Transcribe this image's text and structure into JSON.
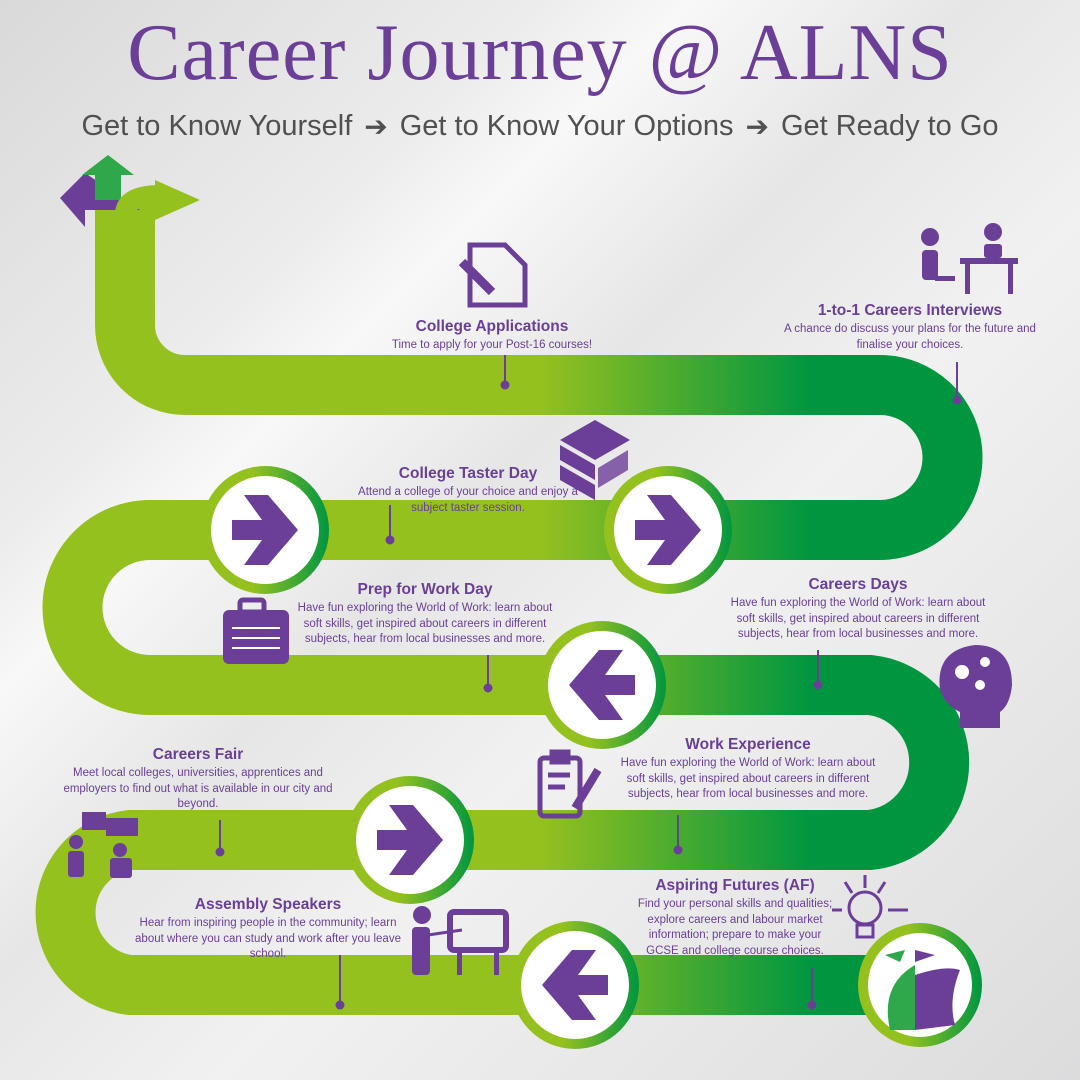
{
  "title": "Career Journey @ ALNS",
  "subtitle": {
    "steps": [
      "Get to Know Yourself",
      "Get to Know Your Options",
      "Get Ready to Go"
    ],
    "separator": "➔"
  },
  "colors": {
    "purple": "#6b3f98",
    "light_green": "#95c11f",
    "dark_green": "#009640",
    "gray": "#505050"
  },
  "milestones": [
    {
      "title": "College Applications",
      "desc": "Time to apply for your Post-16 courses!",
      "icon": "document-pencil-icon"
    },
    {
      "title": "1-to-1 Careers Interviews",
      "desc": "A chance do discuss your plans for the future and finalise your choices.",
      "icon": "interview-icon"
    },
    {
      "title": "College Taster Day",
      "desc": "Attend a college of your choice and enjoy a subject taster session.",
      "icon": "books-icon"
    },
    {
      "title": "Prep for Work Day",
      "desc": "Have fun exploring the World of Work: learn about soft skills, get inspired about careers in different subjects, hear from local businesses and more.",
      "icon": "briefcase-icon"
    },
    {
      "title": "Careers Days",
      "desc": "Have fun exploring the World of Work: learn about soft skills, get inspired about careers in different subjects, hear from local businesses and more.",
      "icon": "head-gears-icon"
    },
    {
      "title": "Work Experience",
      "desc": "Have fun exploring the World of Work: learn about soft skills, get inspired about careers in different subjects, hear from local businesses and more.",
      "icon": "clipboard-icon"
    },
    {
      "title": "Careers Fair",
      "desc": "Meet local colleges, universities, apprentices and employers to find out what is available in our city and beyond.",
      "icon": "people-talking-icon"
    },
    {
      "title": "Assembly Speakers",
      "desc": "Hear from inspiring people in the community; learn about where you can study and work after you leave school.",
      "icon": "presenter-icon"
    },
    {
      "title": "Aspiring Futures (AF)",
      "desc": "Find your personal skills and qualities; explore careers and labour market information; prepare to make your GCSE and college course choices.",
      "icon": "lightbulb-icon"
    }
  ]
}
